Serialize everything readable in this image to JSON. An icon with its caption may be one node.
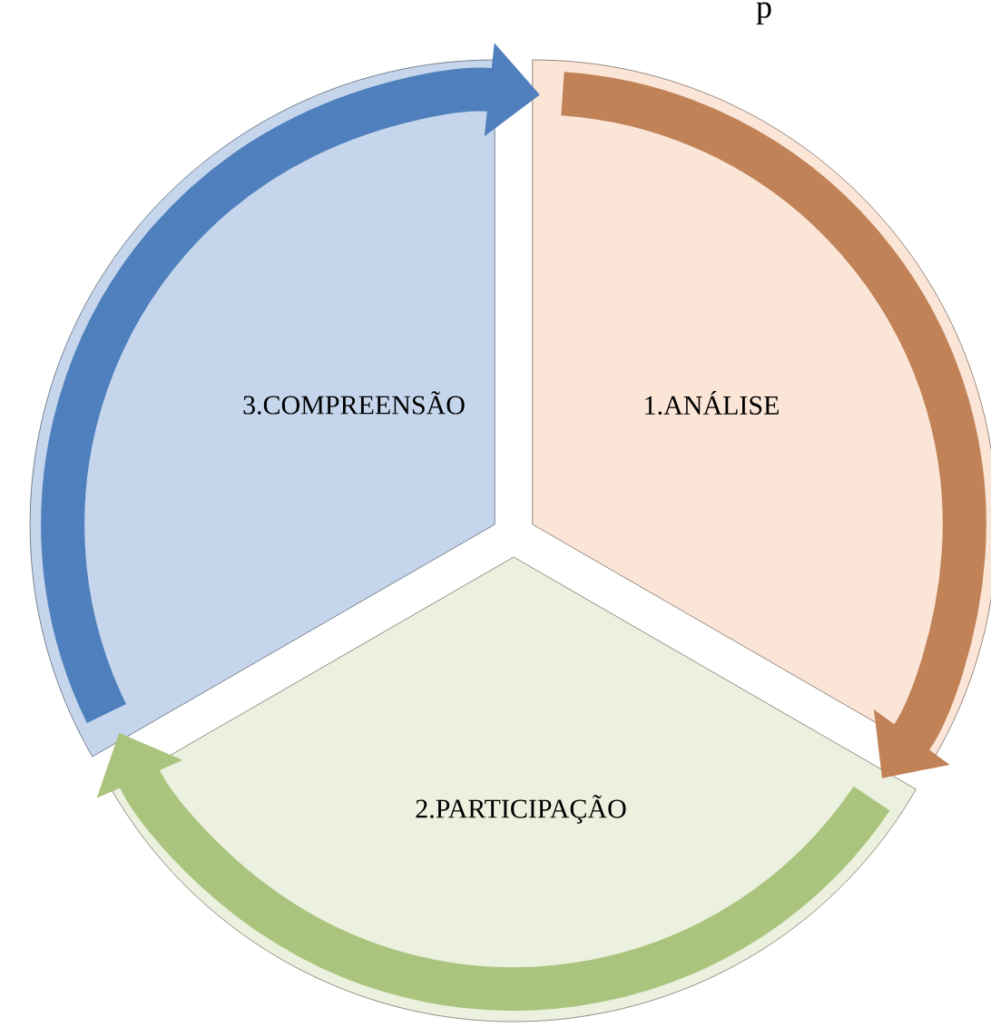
{
  "diagram": {
    "nodes": [
      {
        "text": [
          "1.ANÁLISE"
        ]
      },
      {
        "text": [
          "2.PARTICIPAÇÃO"
        ]
      },
      {
        "text": [
          "3.COMPREENSÃO"
        ]
      }
    ],
    "edges": [
      {
        "from": 0,
        "to": 1,
        "arrow": "to",
        "color": "#c08256"
      },
      {
        "from": 1,
        "to": 2,
        "arrow": "to",
        "color": "#aac47e"
      },
      {
        "from": 2,
        "to": 0,
        "arrow": "to",
        "color": "#4f7fbd"
      }
    ],
    "labels": [
      "p"
    ]
  }
}
